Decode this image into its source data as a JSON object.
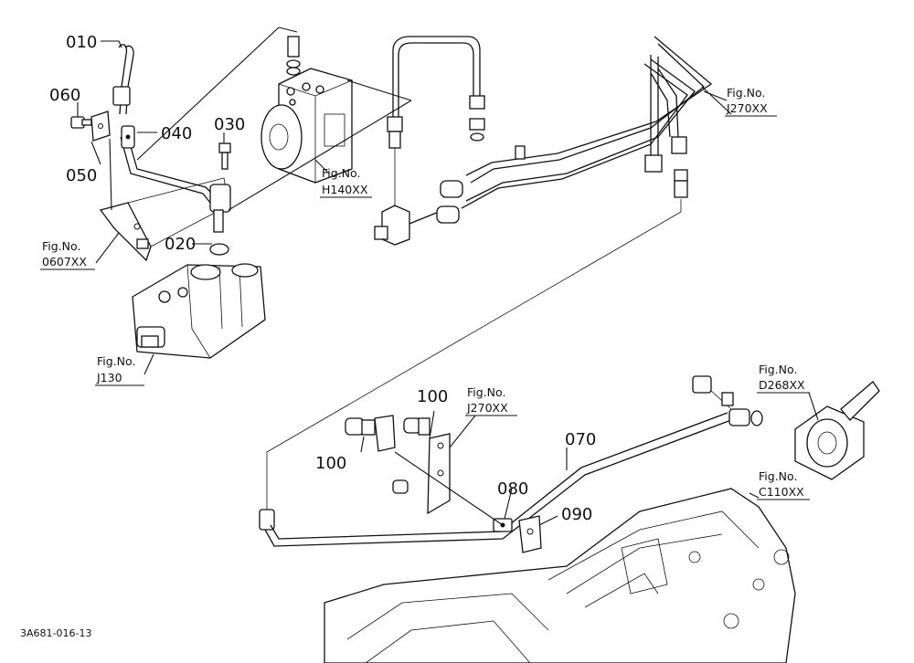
{
  "callouts": {
    "c010": "010",
    "c060": "060",
    "c040": "040",
    "c030": "030",
    "c050": "050",
    "c020": "020",
    "c100a": "100",
    "c100b": "100",
    "c070": "070",
    "c080": "080",
    "c090": "090"
  },
  "figrefs": {
    "h140": {
      "label": "Fig.No.",
      "code": "H140XX"
    },
    "j270_top": {
      "label": "Fig.No.",
      "code": "J270XX"
    },
    "f0607": {
      "label": "Fig.No.",
      "code": "0607XX"
    },
    "j130": {
      "label": "Fig.No.",
      "code": "J130"
    },
    "j270_mid": {
      "label": "Fig.No.",
      "code": "J270XX"
    },
    "d268": {
      "label": "Fig.No.",
      "code": "D268XX"
    },
    "c110": {
      "label": "Fig.No.",
      "code": "C110XX"
    }
  },
  "footer": {
    "drawing_id": "3A681-016-13"
  }
}
